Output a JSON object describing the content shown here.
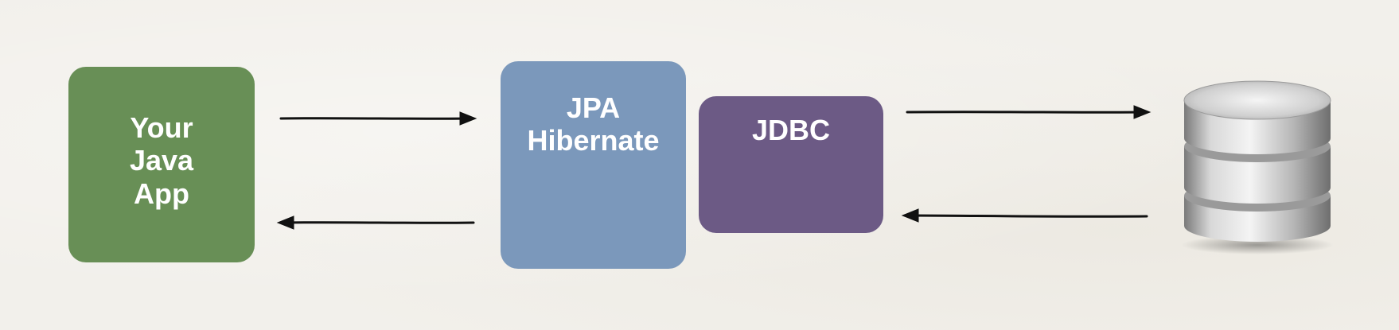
{
  "diagram": {
    "app_box": {
      "lines": [
        "Your",
        "Java",
        "App"
      ],
      "color": "#688f56"
    },
    "jpa_box": {
      "lines": [
        "JPA",
        "Hibernate"
      ],
      "color": "#7b98bb"
    },
    "jdbc_box": {
      "label": "JDBC",
      "color": "#6c5a85"
    },
    "database": {
      "icon": "database-icon",
      "color": "#bcbcbc"
    },
    "arrow_color": "#111111"
  }
}
